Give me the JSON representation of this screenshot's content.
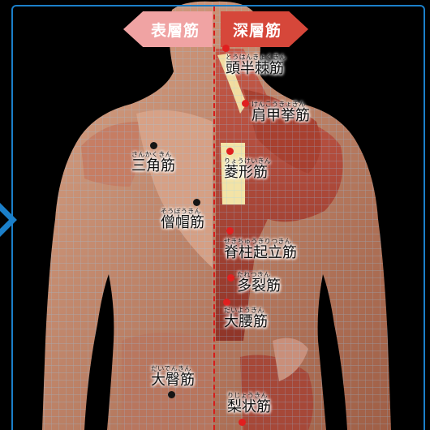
{
  "header": {
    "left_arrow_label": "表層筋",
    "right_arrow_label": "深層筋"
  },
  "muscles": [
    {
      "id": "tohankyokukin",
      "furigana": "とうはんきょくきん",
      "name": "頭半棘筋",
      "layer": "deep"
    },
    {
      "id": "kenkokyokin",
      "furigana": "けんこうきょきん",
      "name": "肩甲挙筋",
      "layer": "deep"
    },
    {
      "id": "sankakukin",
      "furigana": "さんかくきん",
      "name": "三角筋",
      "layer": "surface"
    },
    {
      "id": "ryokeikin",
      "furigana": "りょうけいきん",
      "name": "菱形筋",
      "layer": "deep"
    },
    {
      "id": "soboukin",
      "furigana": "そうぼうきん",
      "name": "僧帽筋",
      "layer": "surface"
    },
    {
      "id": "sekichukiritsukin",
      "furigana": "せきちゅうきりつきん",
      "name": "脊柱起立筋",
      "layer": "deep"
    },
    {
      "id": "taretsukin",
      "furigana": "たれつきん",
      "name": "多裂筋",
      "layer": "deep"
    },
    {
      "id": "daiyokin",
      "furigana": "だいようきん",
      "name": "大腰筋",
      "layer": "deep"
    },
    {
      "id": "daidenkin",
      "furigana": "だいでんきん",
      "name": "大臀筋",
      "layer": "surface"
    },
    {
      "id": "rijokin",
      "furigana": "りじょうきん",
      "name": "梨状筋",
      "layer": "deep"
    }
  ],
  "colors": {
    "surface_arrow": "#f0a3a3",
    "deep_arrow": "#d6473a",
    "deep_marker": "#e01f1f",
    "surface_marker": "#151515",
    "frame": "#1b7fc9",
    "skin": "#c98a6b",
    "muscle": "#b9483a",
    "mesh": "#8fd3ff"
  },
  "icons": {
    "nav": "chevron-right-icon"
  }
}
